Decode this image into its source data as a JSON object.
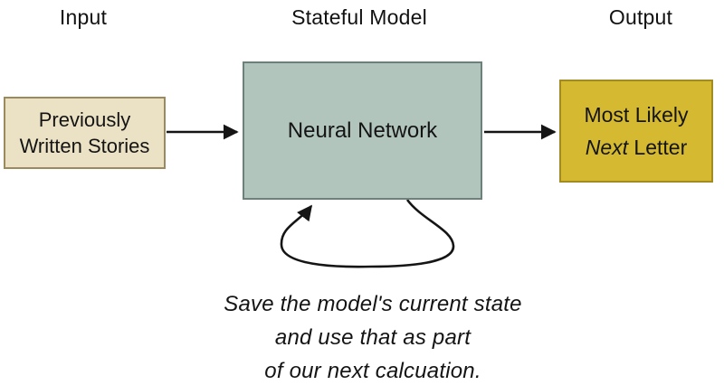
{
  "headers": [
    "Input",
    "Stateful Model",
    "Output"
  ],
  "input_box": {
    "lines": [
      "Previously",
      "Written Stories"
    ],
    "fill": "#ebe1c5",
    "border": "#9b8a5e"
  },
  "model_box": {
    "label": "Neural Network",
    "fill": "#b1c5bd",
    "border": "#6e807c"
  },
  "output_box": {
    "lines": [
      "Most Likely"
    ],
    "line2": {
      "italic": "Next",
      "rest": " Letter"
    },
    "fill": "#d5ba31",
    "border": "#a28c22"
  },
  "caption": {
    "lines": [
      "Save the model's current state",
      "and use that as part",
      "of our next calcuation."
    ]
  },
  "colors": {
    "background": "#ffffff",
    "text": "#141414",
    "arrow": "#151515",
    "input_fill": "#ebe1c5",
    "input_border": "#9b8a5e",
    "model_fill": "#b1c5bd",
    "model_border": "#6e807c",
    "output_fill": "#d5ba31",
    "output_border": "#a28c22"
  }
}
